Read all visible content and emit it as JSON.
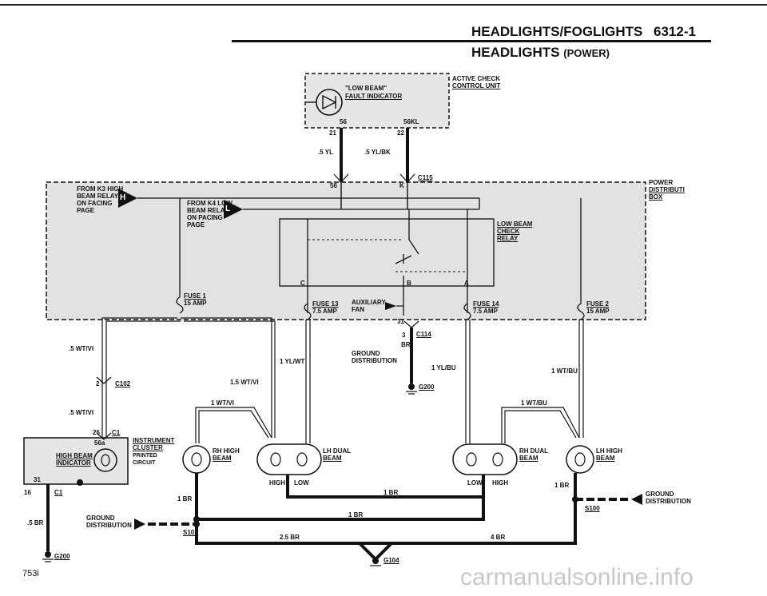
{
  "header": {
    "title": "HEADLIGHTS/FOGLIGHTS",
    "page_number": "6312-1",
    "subtitle_main": "HEADLIGHTS",
    "subtitle_sub": "(POWER)"
  },
  "active_check": {
    "indicator_line1": "\"LOW BEAM\"",
    "indicator_line2": "FAULT INDICATOR",
    "unit_line1": "ACTIVE CHECK",
    "unit_line2": "CONTROL UNIT",
    "pin_56": "56",
    "pin_56kl": "56KL",
    "pin_21": "21",
    "pin_22": "22",
    "wire_left": ".5 YL",
    "wire_right": ".5 YL/BK"
  },
  "connectors": {
    "c115": "C115",
    "c114": "C114",
    "c102": "C102",
    "c1_top": "C1",
    "c1_bottom": "C1",
    "s101": "S101",
    "s100": "S100",
    "g200_top": "G200",
    "g200_bottom": "G200",
    "g104": "G104"
  },
  "power_box": {
    "label_line1": "POWER",
    "label_line2": "DISTRIBUTI",
    "label_line3": "BOX",
    "from_k3": [
      "FROM K3 HIGH",
      "BEAM RELAY",
      "ON FACING",
      "PAGE"
    ],
    "from_k4": [
      "FROM K4 LOW",
      "BEAM RELAY",
      "ON PACING",
      "PAGE"
    ],
    "arrow_h": "H",
    "arrow_l": "L",
    "relay_line1": "LOW BEAM",
    "relay_line2": "CHECK",
    "relay_line3": "RELAY",
    "relay_c": "C",
    "relay_a": "A",
    "relay_pin_56": "56",
    "relay_pin_k": "K",
    "relay_pin_b": "B",
    "fuse1": "FUSE 1",
    "fuse1_amp": "15 AMP",
    "fuse13": "FUSE 13",
    "fuse13_amp": "7.5 AMP",
    "fuse14": "FUSE 14",
    "fuse14_amp": "7.5 AMP",
    "fuse2": "FUSE 2",
    "fuse2_amp": "15 AMP",
    "aux_line1": "AUXILIARY",
    "aux_line2": "FAN",
    "pin_31": "31"
  },
  "wires": {
    "wt_vi_1": ".5 WT/VI",
    "wt_vi_2": ".5 WT/VI",
    "one5_wt_vi": "1.5 WT/VI",
    "one_wt_vi": "1 WT/VI",
    "one_yl_wt": "1 YL/WT",
    "one_yl_bu": "1 YL/BU",
    "one_wt_bu_right": "1 WT/BU",
    "one_wt_bu_low": "1 WT/BU",
    "br_c114": "BR",
    "pin_3": "3",
    "pin_2": "2",
    "pin_26": "26",
    "pin_16": "16",
    "one_br_a": "1 BR",
    "one_br_b": "1 BR",
    "one_br_c": "1 BR",
    "one_br_d": "1 BR",
    "two5_br": "2.5 BR",
    "four_br": "4 BR",
    "five_br": ".5 BR"
  },
  "ground_dist": {
    "center_line1": "GROUND",
    "center_line2": "DISTRIBUTION",
    "left_line1": "GROUND",
    "left_line2": "DISTRIBUTION",
    "right_line1": "GROUND",
    "right_line2": "DISTRIBUTION"
  },
  "instrument": {
    "line1": "INSTRUMENT",
    "line2": "CLUSTER",
    "line3": "PRINTED",
    "line4": "CIRCUIT",
    "indicator_line1": "HIGH BEAM",
    "indicator_line2": "INDICATOR",
    "pin_56a": "56a",
    "pin_31": "31"
  },
  "lamps": {
    "rh_high_1": "RH HIGH",
    "rh_high_2": "BEAM",
    "lh_dual_1": "LH DUAL",
    "lh_dual_2": "BEAM",
    "rh_dual_1": "RH DUAL",
    "rh_dual_2": "BEAM",
    "lh_high_1": "LH HIGH",
    "lh_high_2": "BEAM",
    "high_a": "HIGH",
    "low_a": "LOW",
    "low_b": "LOW",
    "high_b": "HIGH"
  },
  "footer": {
    "model": "753i",
    "watermark": "carmanualsonline.info"
  }
}
